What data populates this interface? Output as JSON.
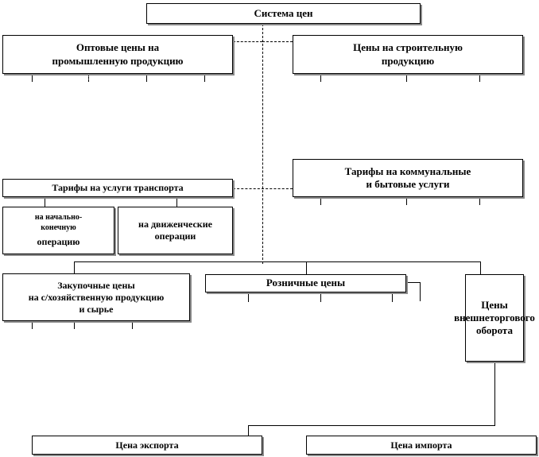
{
  "diagram": {
    "root": "Система цен",
    "wholesale": "Оптовые цены на\nпромышленную продукцию",
    "construction": "Цены на строительную\nпродукцию",
    "transport": "Тарифы на услуги транспорта",
    "transport_initial_a": "на начально-\nконечную",
    "transport_initial_b": "операцию",
    "transport_moving": "на движенческие\nоперации",
    "communal": "Тарифы на коммунальные\nи бытовые услуги",
    "procurement": "Закупочные цены\nна с/хозяйственную продукцию\nи сырье",
    "retail": "Розничные цены",
    "foreign": "Цены\nвнешнеторгового\nоборота",
    "export": "Цена экспорта",
    "import": "Цена импорта"
  }
}
